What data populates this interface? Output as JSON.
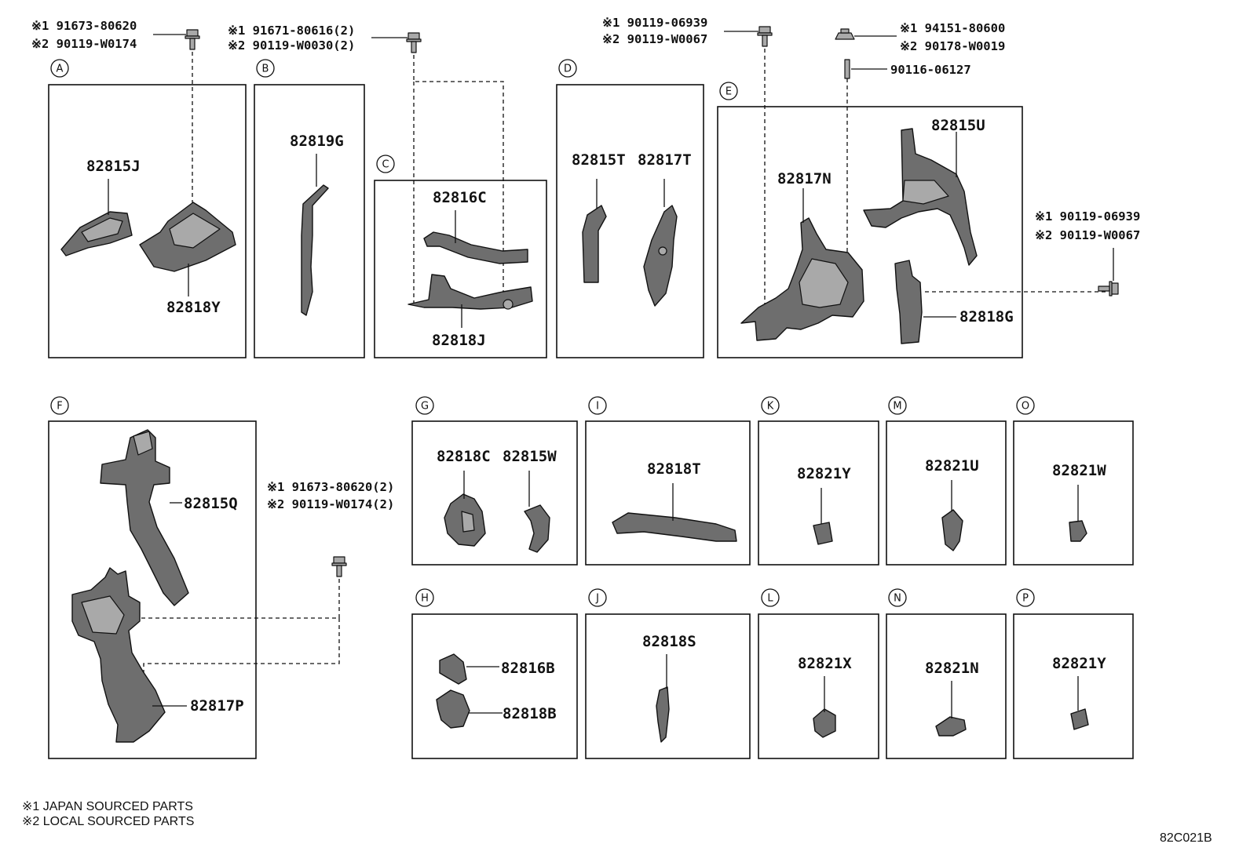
{
  "sections": [
    "A",
    "B",
    "C",
    "D",
    "E",
    "F",
    "G",
    "I",
    "K",
    "M",
    "O",
    "H",
    "J",
    "L",
    "N",
    "P"
  ],
  "parts": {
    "p82815J": "82815J",
    "p82818Y": "82818Y",
    "p82819G": "82819G",
    "p82816C": "82816C",
    "p82818J": "82818J",
    "p82815T": "82815T",
    "p82817T": "82817T",
    "p82817N": "82817N",
    "p82815U": "82815U",
    "p82818G": "82818G",
    "p82815Q": "82815Q",
    "p82817P": "82817P",
    "p82818C": "82818C",
    "p82815W": "82815W",
    "p82818T": "82818T",
    "p82821Y_k": "82821Y",
    "p82821U": "82821U",
    "p82821W": "82821W",
    "p82816B": "82816B",
    "p82818B": "82818B",
    "p82818S": "82818S",
    "p82821X": "82821X",
    "p82821N": "82821N",
    "p82821Y_p": "82821Y"
  },
  "fasteners": {
    "a1": "※1 91673-80620",
    "a2": "※2 90119-W0174",
    "b1": "※1 91671-80616(2)",
    "b2": "※2 90119-W0030(2)",
    "d1": "※1 90119-06939",
    "d2": "※2 90119-W0067",
    "e1": "※1 94151-80600",
    "e2": "※2 90178-W0019",
    "e3": "90116-06127",
    "g1": "※1 90119-06939",
    "g2": "※2 90119-W0067",
    "f1": "※1 91673-80620(2)",
    "f2": "※2 90119-W0174(2)"
  },
  "notes": {
    "n1": "※1 JAPAN SOURCED PARTS",
    "n2": "※2 LOCAL SOURCED PARTS"
  },
  "ref_code": "82C021B"
}
